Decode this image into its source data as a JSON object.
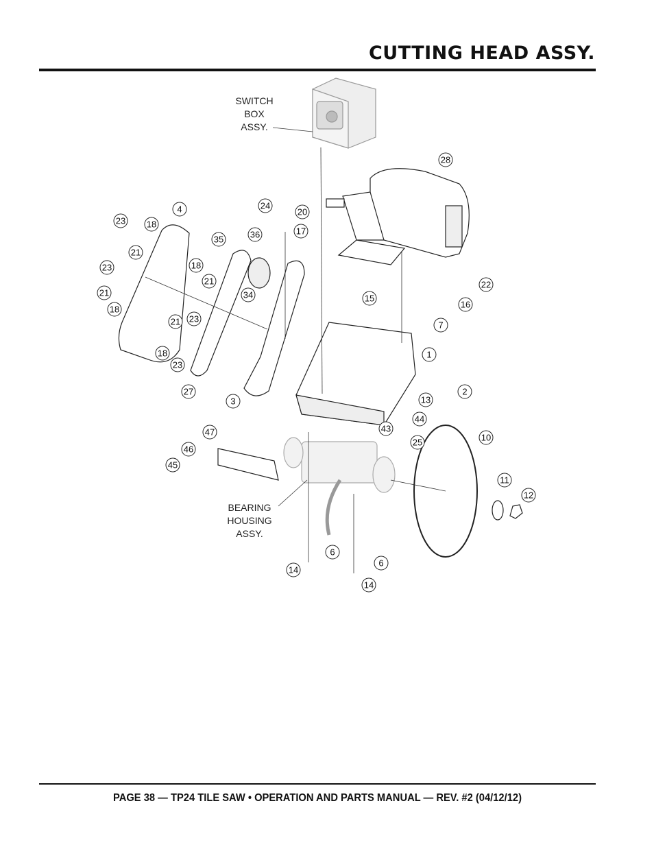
{
  "page": {
    "title": "CUTTING HEAD ASSY.",
    "footer": "PAGE 38 — TP24 TILE SAW • OPERATION AND PARTS MANUAL — REV. #2 (04/12/12)"
  },
  "diagram": {
    "assembly_labels": [
      {
        "id": "switch-box",
        "lines": [
          "SWITCH",
          "BOX",
          "ASSY."
        ]
      },
      {
        "id": "bearing-housing",
        "lines": [
          "BEARING",
          "HOUSING",
          "ASSY."
        ]
      }
    ],
    "callouts": [
      "1",
      "2",
      "3",
      "4",
      "6",
      "6",
      "7",
      "10",
      "11",
      "12",
      "13",
      "14",
      "14",
      "15",
      "16",
      "17",
      "18",
      "18",
      "18",
      "18",
      "20",
      "21",
      "21",
      "21",
      "21",
      "22",
      "23",
      "23",
      "23",
      "23",
      "24",
      "25",
      "27",
      "28",
      "34",
      "35",
      "36",
      "43",
      "44",
      "45",
      "46",
      "47"
    ]
  }
}
